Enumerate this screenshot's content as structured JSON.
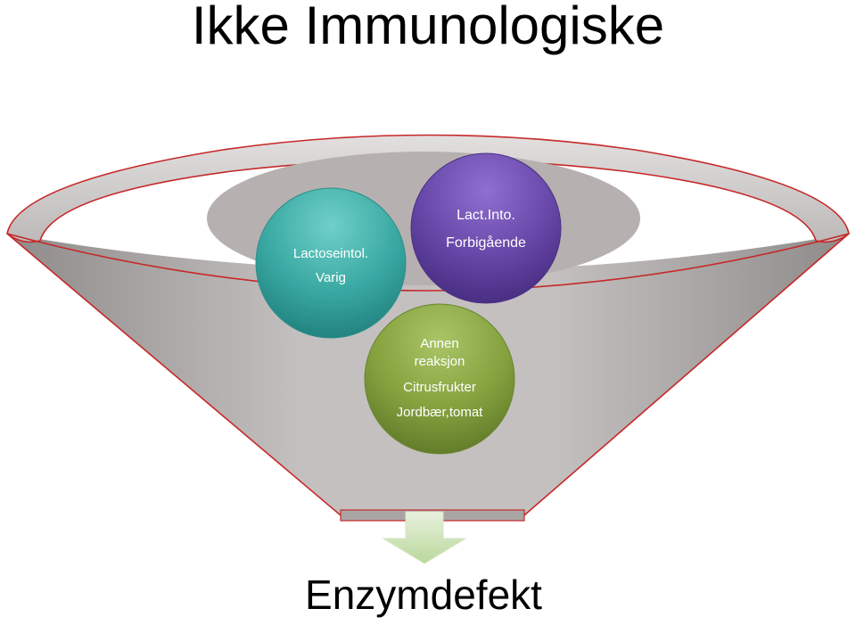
{
  "title": "Ikke Immunologiske",
  "footer": "Enzymdefekt",
  "colors": {
    "funnel_fill": "#b9b5b5",
    "funnel_rim": "#d0cccc",
    "funnel_outline": "#c62828",
    "teal": "#2f9a96",
    "purple": "#5a3a96",
    "olive": "#7a9a35",
    "arrow": "#c4dca6"
  },
  "circles": [
    {
      "id": "teal",
      "lines": [
        "Lactoseintol.",
        "Varig"
      ],
      "color": "#2f9a96"
    },
    {
      "id": "purple",
      "lines": [
        "Lact.Into.",
        "Forbigående"
      ],
      "color": "#5a3a96"
    },
    {
      "id": "olive",
      "lines": [
        "Annen",
        "reaksjon",
        "Citrusfrukter",
        "Jordbær,tomat"
      ],
      "color": "#7a9a35"
    }
  ],
  "arrow_icon": "down-arrow-icon"
}
